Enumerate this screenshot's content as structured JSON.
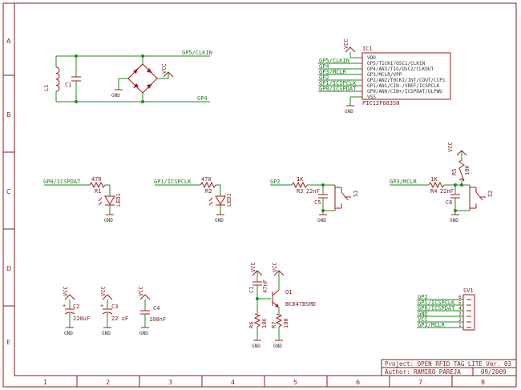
{
  "frame": {
    "rows": [
      "A",
      "B",
      "C",
      "D",
      "E"
    ],
    "cols": [
      "1",
      "2",
      "3",
      "4",
      "5",
      "6",
      "7",
      "8"
    ]
  },
  "power_section": {
    "inductor": "L1",
    "capacitor": "C1",
    "net_top": "GP5/CLKIN",
    "net_bottom": "GP4",
    "vcc": "VCC",
    "gnd": "GND"
  },
  "ic": {
    "ref": "IC1",
    "part": "PIC12F683SN",
    "vcc": "VCC",
    "gnd": "GND",
    "nets": [
      "GP5/CLKIN",
      "GP4",
      "GP3/MCLR",
      "GP2",
      "GP1/ICSPCLK",
      "GP0/ICSPDAT"
    ],
    "pins": [
      "VDD",
      "GP5/T1CKI/OSC1/CLKIN",
      "GP4/AN3/T1G/OSC2/CLKOUT",
      "GP3/MCLR/VPP",
      "GP2/AN2/T0CKI/INT/COUT/CCP1",
      "GP1/AN1/CIN-/VREF/ICSPCLK",
      "GP0/AN0/CIN+/ICSPDAT/ULPWU",
      "VSS"
    ]
  },
  "led1": {
    "net": "GP0/ICSPDAT",
    "res_val": "470",
    "res_ref": "R1",
    "led_ref": "LED1",
    "gnd": "GND"
  },
  "led2": {
    "net": "GP1/ICSPCLK",
    "res_val": "470",
    "res_ref": "R2",
    "led_ref": "LED2",
    "gnd": "GND"
  },
  "sw1": {
    "net": "GP2",
    "res_val": "1K",
    "res_ref": "R3",
    "cap_val": "22nF",
    "cap_ref": "C5",
    "sw_ref": "S1",
    "gnd": "GND"
  },
  "sw2": {
    "net": "GP3/MCLR",
    "res_val": "1K",
    "res_ref": "R4",
    "cap_val": "22nF",
    "cap_ref": "C6",
    "sw_ref": "S2",
    "pullup_ref": "R5",
    "pullup_val": "10K",
    "vcc": "VCC",
    "gnd": "GND"
  },
  "caps": [
    {
      "vcc": "VCC",
      "ref": "C2",
      "val": "220uF",
      "gnd": "GND"
    },
    {
      "vcc": "VCC",
      "ref": "C3",
      "val": "22 uF",
      "gnd": "GND"
    },
    {
      "vcc": "VCC",
      "ref": "C4",
      "val": "100nF",
      "gnd": "GND"
    }
  ],
  "transistor": {
    "vcc1": "VCC",
    "vcc2": "VCC",
    "cap_ref": "C1",
    "cap_val": "47nF",
    "q_ref": "Q1",
    "q_part": "BC847BSMD",
    "r6_ref": "R6",
    "r6_val": "10K",
    "r7_ref": "R7",
    "r7_val": "100",
    "gnd": "GND"
  },
  "header": {
    "ref": "SV1",
    "nets": [
      "GP2",
      "GP1/ICSPCLK",
      "GP0/ICSPDAT",
      "GND",
      "VCC",
      "GP3/MCLR"
    ],
    "pins": [
      "6",
      "5",
      "4",
      "3",
      "2",
      "1"
    ]
  },
  "title_block": {
    "project": "Project: OPEN RFID TAG LITE Ver. 03",
    "author": "Author: RAMIRO PAREJA",
    "date": "09/2009"
  }
}
